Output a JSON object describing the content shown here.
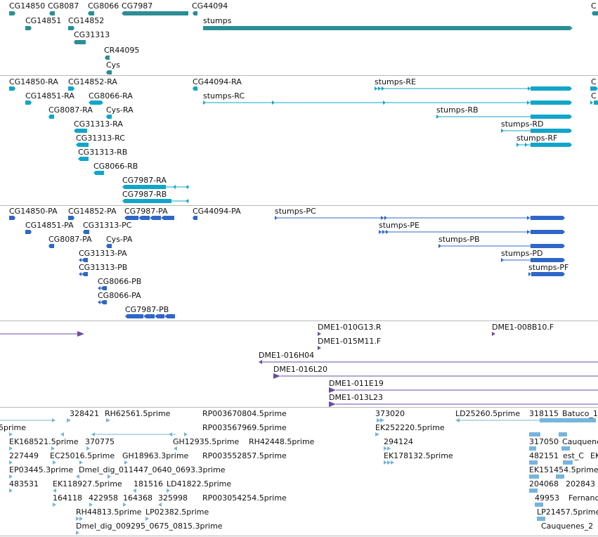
{
  "colors": {
    "gene": "#2a8f94",
    "transcript": "#11a6c9",
    "protein": "#2f67c8",
    "clone": "#6b4ca6",
    "est": "#76b5dd",
    "separator": "#b9b9b9"
  },
  "tracks": [
    {
      "id": "genes",
      "color": "#2a8f94",
      "labels": [
        "CG14850",
        "CG8087",
        "CG8066",
        "CG7987",
        "CG44094",
        "C",
        "CG14851",
        "CG14852",
        "stumps",
        "CG31313",
        "CR44095",
        "Cys"
      ]
    },
    {
      "id": "transcripts",
      "color": "#11a6c9",
      "labels": [
        "CG14850-RA",
        "CG14852-RA",
        "CG44094-RA",
        "stumps-RE",
        "C",
        "CG14851-RA",
        "CG8066-RA",
        "stumps-RC",
        "C",
        "CG8087-RA",
        "Cys-RA",
        "stumps-RB",
        "CG31313-RA",
        "stumps-RD",
        "CG31313-RC",
        "stumps-RF",
        "CG31313-RB",
        "CG8066-RB",
        "CG7987-RA",
        "CG7987-RB"
      ]
    },
    {
      "id": "proteins",
      "color": "#2f67c8",
      "labels": [
        "CG14850-PA",
        "CG14852-PA",
        "CG7987-PA",
        "CG44094-PA",
        "stumps-PC",
        "CG14851-PA",
        "CG31313-PC",
        "stumps-PE",
        "CG8087-PA",
        "Cys-PA",
        "stumps-PB",
        "CG31313-PA",
        "stumps-PD",
        "CG31313-PB",
        "stumps-PF",
        "CG8066-PB",
        "CG8066-PA",
        "CG7987-PB"
      ]
    },
    {
      "id": "clones",
      "color": "#6b4ca6",
      "labels": [
        "DME1-010G13.R",
        "DME1-008B10.F",
        "DME1-015M11.F",
        "DME1-016H04",
        "DME1-016L20",
        "DME1-011E19",
        "DME1-013L23"
      ]
    },
    {
      "id": "ests",
      "color": "#76b5dd",
      "labels": [
        "328421",
        "RH62561.5prime",
        "RP003670804.5prime",
        "373020",
        "LD25260.5prime",
        "318115",
        "Batuco_1",
        "5prime",
        "RP003567969.5prime",
        "EK252220.5prime",
        "EK168521.5prime",
        "370775",
        "GH12935.5prime",
        "RH42448.5prime",
        "317050",
        "Cauquenes",
        "227449",
        "EC25016.5prime",
        "GH18963.3prime",
        "RP003552857.5prime",
        "294124",
        "482151",
        "est_C",
        "EK",
        "EP03445.3prime",
        "Dmel_dig_011447_0640_0693.3prime",
        "EK178132.5prime",
        "EK151454.5prime",
        "483531",
        "EK118927.5prime",
        "181516",
        "LD41822.5prime",
        "204068",
        "202843",
        "164118",
        "422958",
        "164368",
        "325998",
        "RP003054254.5prime",
        "49953",
        "Fernanc",
        "RH44813.5prime",
        "LP02382.5prime",
        "LP21457.5prime",
        "Dmel_dig_009295_0675_0815.3prime",
        "Cauquenes_2"
      ]
    }
  ]
}
